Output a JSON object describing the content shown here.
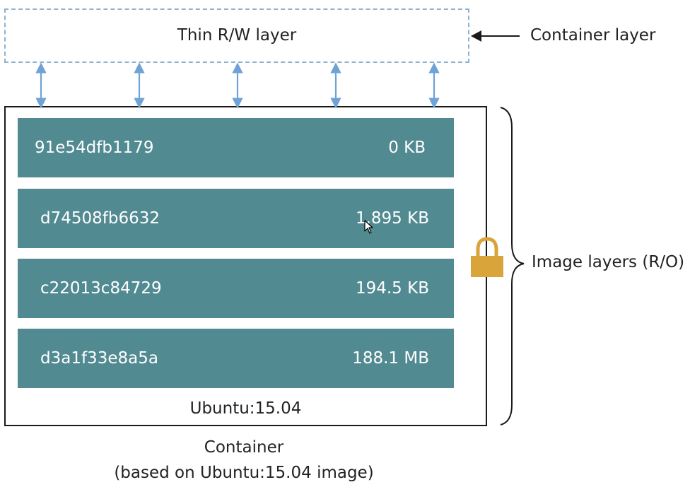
{
  "thin_layer": {
    "label": "Thin R/W layer"
  },
  "container_layer_label": "Container layer",
  "image_layers_label": "Image layers (R/O)",
  "layers": [
    {
      "id": "91e54dfb1179",
      "size": "0 KB"
    },
    {
      "id": "d74508fb6632",
      "size": "1.895 KB"
    },
    {
      "id": "c22013c84729",
      "size": "194.5 KB"
    },
    {
      "id": "d3a1f33e8a5a",
      "size": "188.1 MB"
    }
  ],
  "container_base_label": "Ubuntu:15.04",
  "caption": {
    "line1": "Container",
    "line2": "(based on Ubuntu:15.04 image)"
  },
  "colors": {
    "layer_fill": "#528A92",
    "arrow": "#6FA3D6",
    "dashed_border": "#8FB3CF",
    "lock": "#D9A43A"
  },
  "icons": {
    "lock": "padlock-icon",
    "brace": "right-curly-brace-icon",
    "pointer": "left-arrow-icon",
    "cursor": "mouse-cursor-icon"
  }
}
